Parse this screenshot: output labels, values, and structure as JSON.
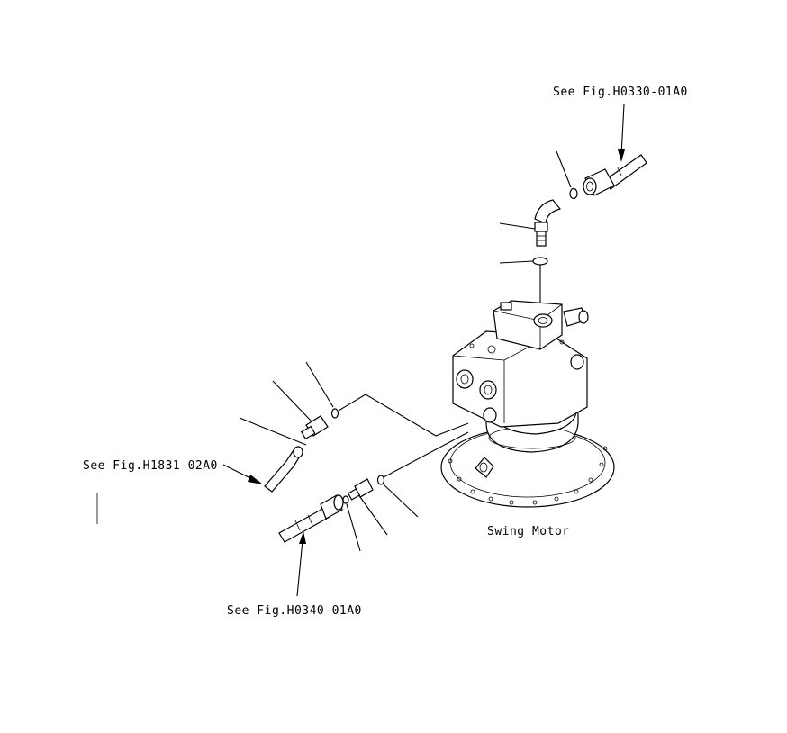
{
  "labels": {
    "ref_top": "See Fig.H0330-01A0",
    "ref_left": "See Fig.H1831-02A0",
    "ref_bottom": "See Fig.H0340-01A0",
    "motor": "Swing Motor"
  },
  "colors": {
    "ink": "#000000",
    "paper": "#ffffff"
  }
}
